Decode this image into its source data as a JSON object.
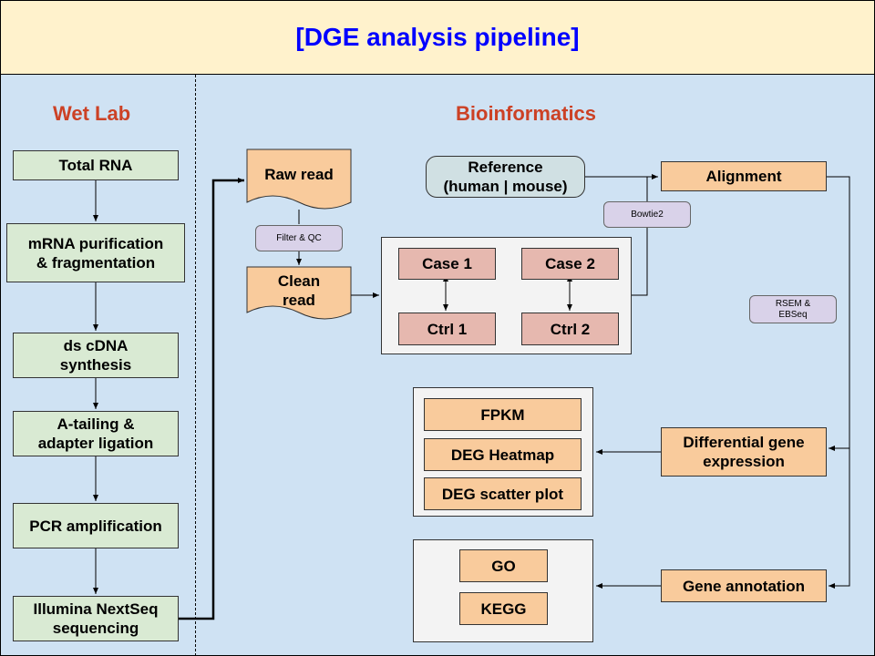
{
  "title": "[DGE analysis pipeline]",
  "sections": {
    "wet_lab": "Wet Lab",
    "bioinformatics": "Bioinformatics"
  },
  "wet_lab_steps": [
    "Total RNA",
    "mRNA purification\n& fragmentation",
    "ds cDNA\nsynthesis",
    "A-tailing &\nadapter ligation",
    "PCR amplification",
    "Illumina NextSeq\nsequencing"
  ],
  "bio": {
    "raw_read": "Raw read",
    "clean_read": "Clean\nread",
    "filter_qc": "Filter & QC",
    "reference": "Reference\n(human | mouse)",
    "bowtie2": "Bowtie2",
    "alignment": "Alignment",
    "case1": "Case 1",
    "case2": "Case 2",
    "ctrl1": "Ctrl 1",
    "ctrl2": "Ctrl 2",
    "rsem": "RSEM &\nEBSeq",
    "dge": "Differential gene\nexpression",
    "fpkm": "FPKM",
    "heatmap": "DEG Heatmap",
    "scatter": "DEG scatter plot",
    "gene_annotation": "Gene annotation",
    "go": "GO",
    "kegg": "KEGG"
  },
  "colors": {
    "header_bg": "#fff2cc",
    "title": "#0000ff",
    "section_title": "#cc4125",
    "background": "#cfe2f3",
    "wet_lab_box": "#d9ead3",
    "bio_box": "#f9cb9c",
    "sample_box": "#e6b8af",
    "tool_tag": "#d9d2e9",
    "reference_box": "#d0e0e3"
  }
}
